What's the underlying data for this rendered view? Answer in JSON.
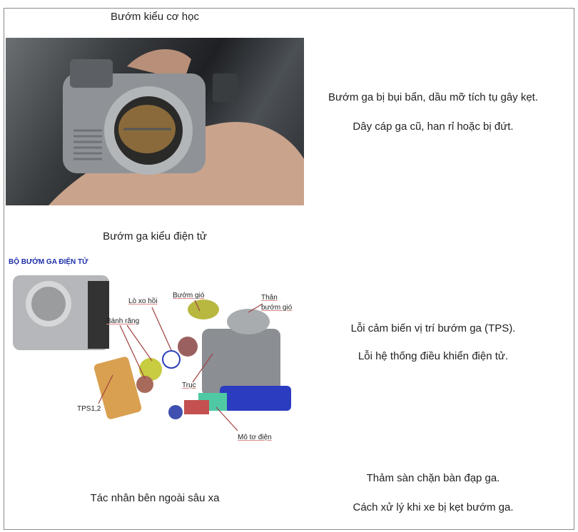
{
  "rows": [
    {
      "left_caption": "Bướm kiểu cơ học",
      "right_lines": [
        "Bướm ga bị bụi bẩn, dầu mỡ tích tụ gây kẹt.",
        "Dây cáp ga cũ, han rỉ hoặc bị đứt."
      ]
    },
    {
      "left_caption": "Bướm ga kiểu điện tử",
      "right_lines": [
        "Lỗi cảm biến vị trí bướm ga (TPS).",
        "Lỗi hệ thống điều khiển điện tử."
      ]
    },
    {
      "left_caption": "Tác nhân bên ngoài sâu xa",
      "right_lines": [
        "Thảm sàn chặn bàn đạp ga.",
        "Cách xử lý khi xe bị kẹt bướm ga."
      ]
    }
  ],
  "diagram": {
    "title": "BỘ BƯỚM GA ĐIỆN TỬ",
    "labels": {
      "return_spring": "Lò xo hồi",
      "butterfly": "Bướm gió",
      "body_1": "Thân",
      "body_2": "bướm gió",
      "gears": "Bánh răng",
      "shaft": "Trục",
      "tps": "TPS1,2",
      "motor": "Mô tơ điện"
    }
  }
}
